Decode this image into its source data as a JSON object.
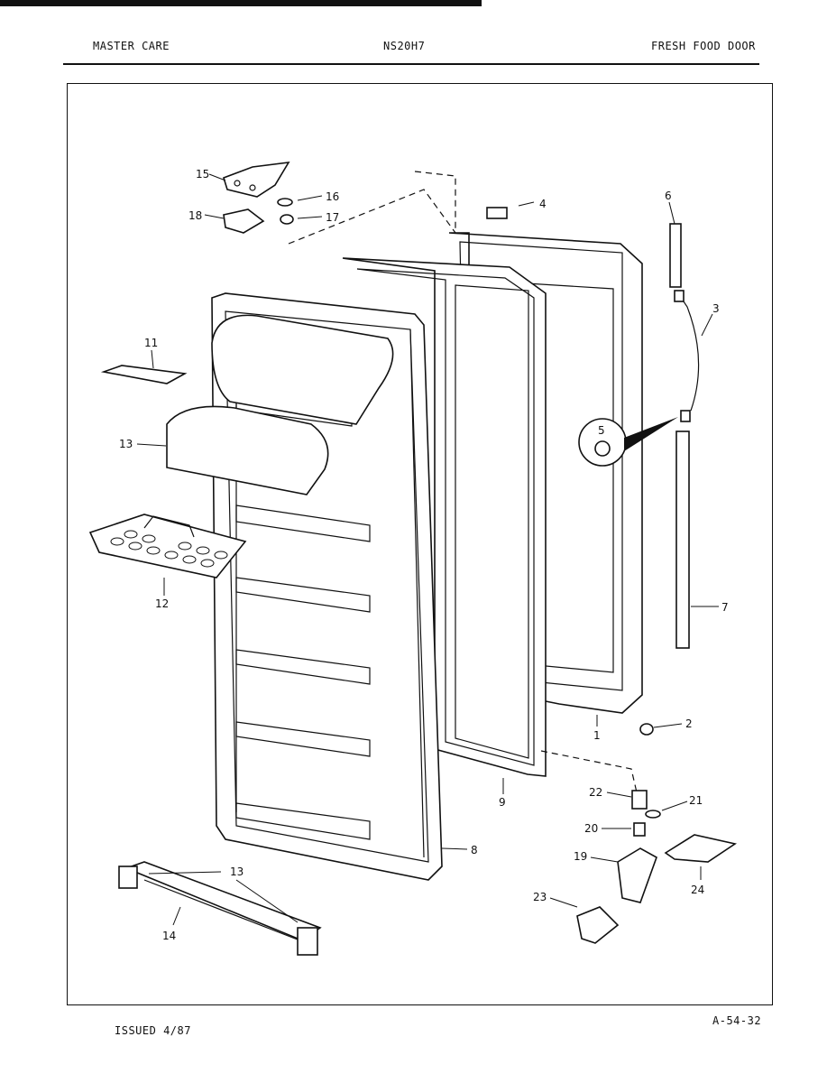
{
  "header": {
    "left": "MASTER CARE",
    "center": "NS20H7",
    "right": "FRESH FOOD DOOR"
  },
  "footer": {
    "issued": "ISSUED 4/87",
    "code": "A-54-32"
  },
  "callouts": {
    "c1": "1",
    "c2": "2",
    "c3": "3",
    "c4": "4",
    "c5": "5",
    "c6": "6",
    "c7": "7",
    "c8": "8",
    "c9": "9",
    "c11": "11",
    "c12": "12",
    "c13a": "13",
    "c13b": "13",
    "c14": "14",
    "c15": "15",
    "c16": "16",
    "c17": "17",
    "c18": "18",
    "c19": "19",
    "c20": "20",
    "c21": "21",
    "c22": "22",
    "c23": "23",
    "c24": "24"
  }
}
